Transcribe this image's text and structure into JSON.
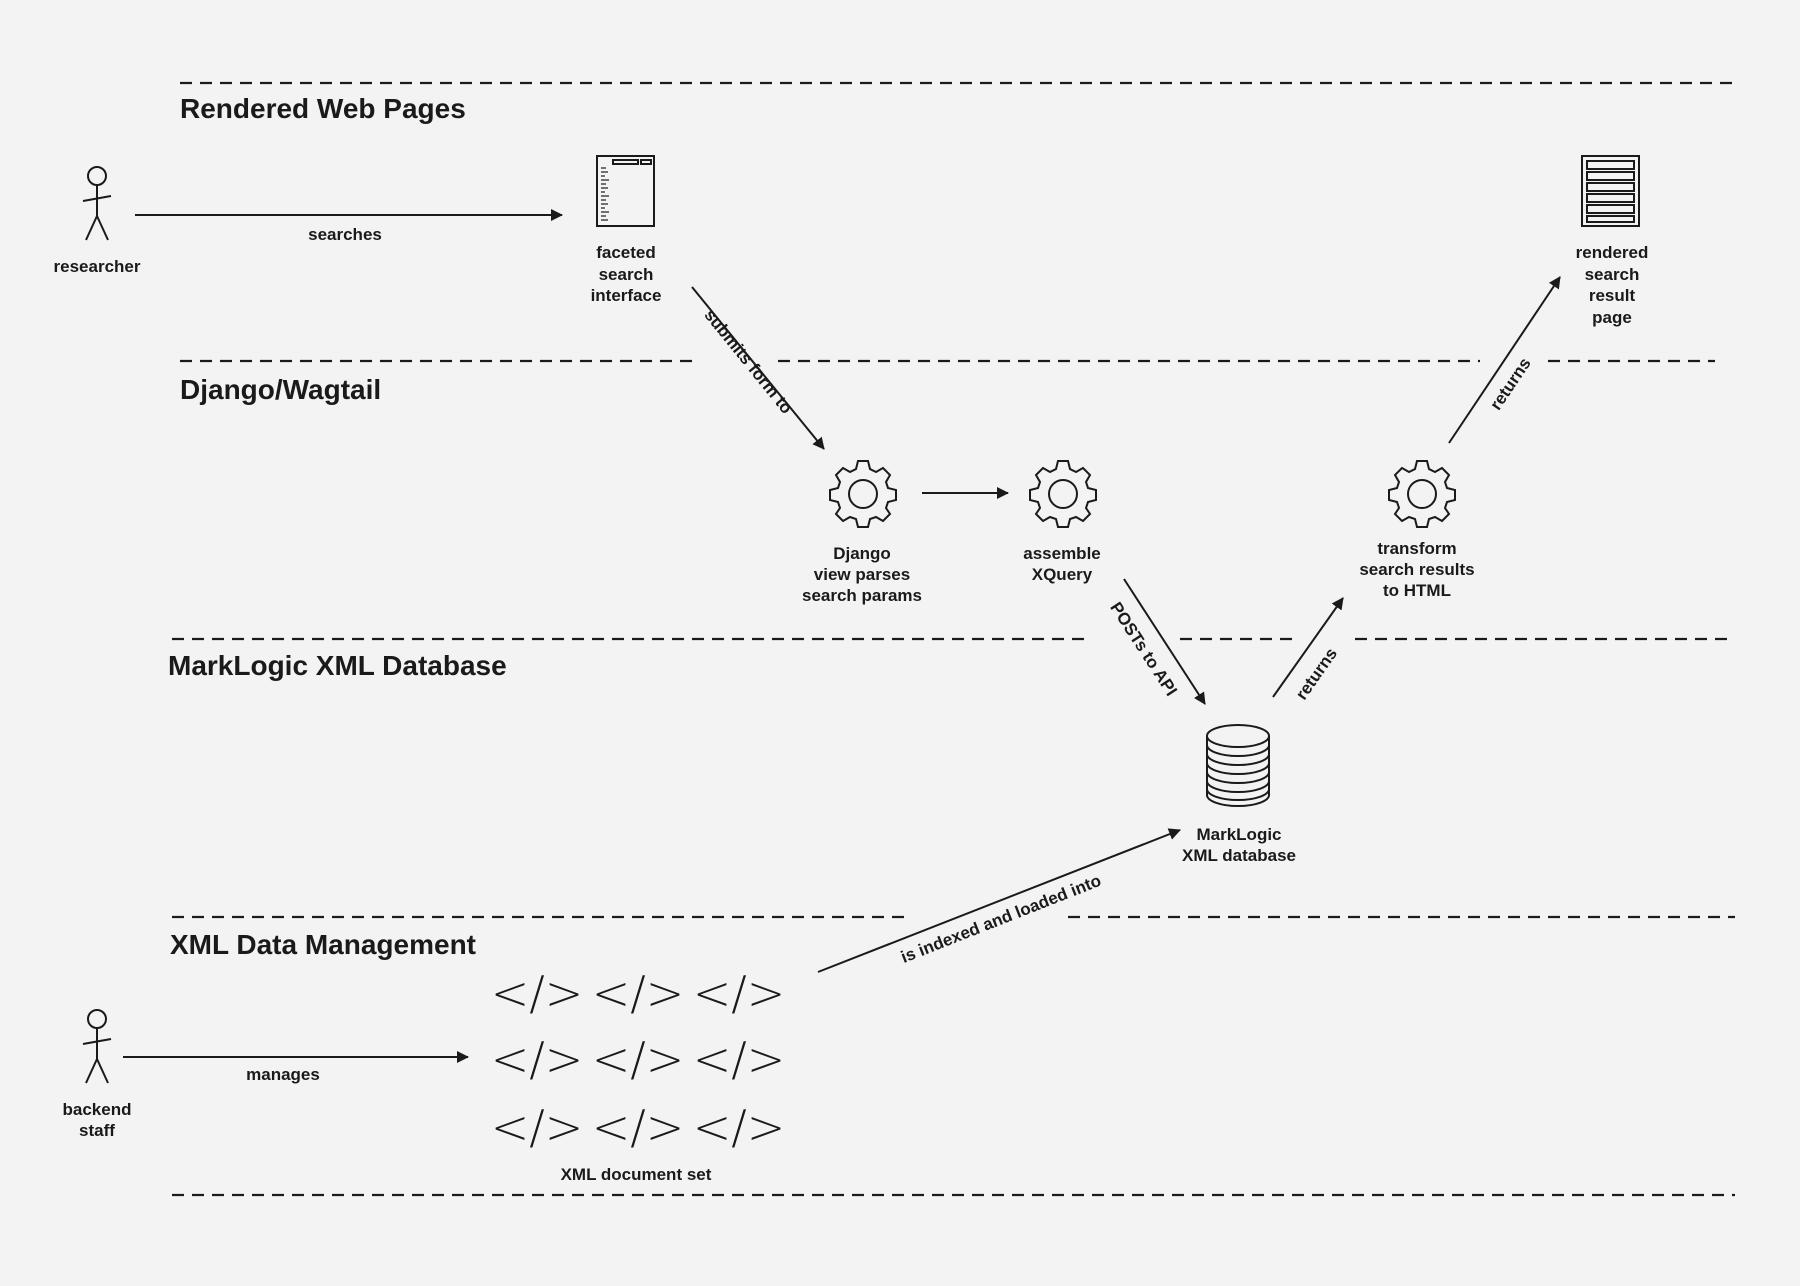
{
  "lanes": [
    {
      "title": "Rendered Web Pages"
    },
    {
      "title": "Django/Wagtail"
    },
    {
      "title": "MarkLogic XML Database"
    },
    {
      "title": "XML Data Management"
    }
  ],
  "nodes": {
    "researcher": {
      "lines": [
        "researcher"
      ],
      "icon": "person-icon"
    },
    "faceted_search": {
      "lines": [
        "faceted",
        "search",
        "interface"
      ],
      "icon": "search-page-icon"
    },
    "rendered_result": {
      "lines": [
        "rendered",
        "search",
        "result",
        "page"
      ],
      "icon": "result-page-icon"
    },
    "django_view": {
      "lines": [
        "Django",
        "view parses",
        "search params"
      ],
      "icon": "gear-icon"
    },
    "assemble_xquery": {
      "lines": [
        "assemble",
        "XQuery"
      ],
      "icon": "gear-icon"
    },
    "transform": {
      "lines": [
        "transform",
        "search results",
        "to HTML"
      ],
      "icon": "gear-icon"
    },
    "marklogic_db": {
      "lines": [
        "MarkLogic",
        "XML database"
      ],
      "icon": "database-icon"
    },
    "backend_staff": {
      "lines": [
        "backend",
        "staff"
      ],
      "icon": "person-icon"
    },
    "xml_docs": {
      "lines": [
        "XML document set"
      ],
      "icon": "xml-tag-icon",
      "glyph": "</>"
    }
  },
  "edges": {
    "searches": "searches",
    "submits": "submits form to",
    "to_assemble": "",
    "posts": "POSTs to API",
    "returns_db": "returns",
    "returns_page": "returns",
    "indexed": "is indexed and loaded into",
    "manages": "manages"
  },
  "colors": {
    "ink": "#1a1a1a",
    "background": "#f3f3f3"
  }
}
